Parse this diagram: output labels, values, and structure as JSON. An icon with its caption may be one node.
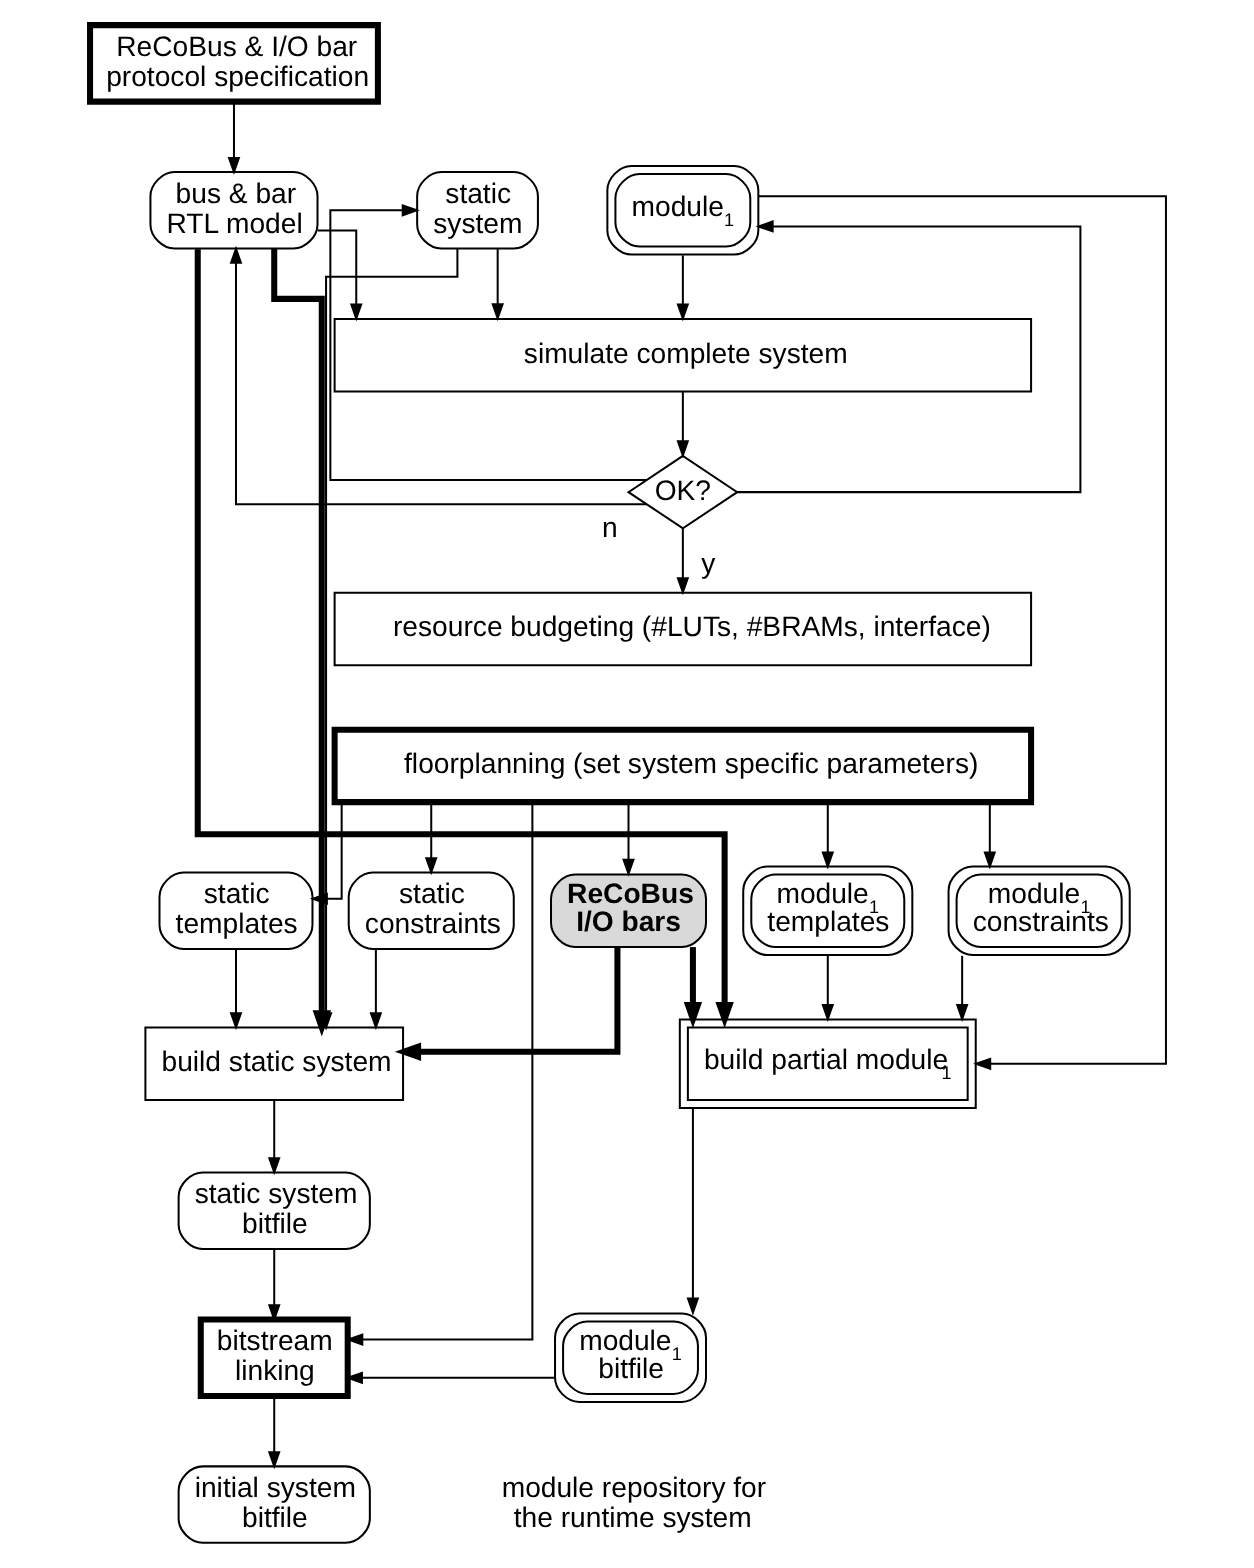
{
  "diagram": {
    "nodes": [
      {
        "text": [
          "ReCoBus & I/O bar protocol specification"
        ]
      },
      {
        "text": [
          "bus & bar RTL model"
        ]
      },
      {
        "text": [
          "static system"
        ]
      },
      {
        "text": [
          "module$_{1}$"
        ]
      },
      {
        "text": [
          "simulate complete system"
        ]
      },
      {
        "text": [
          "OK?"
        ]
      },
      {
        "text": [
          "resource budgeting (#LUTs, #BRAMs, interface)"
        ]
      },
      {
        "text": [
          "floorplanning (set system specific parameters)"
        ]
      },
      {
        "text": [
          "static templates"
        ]
      },
      {
        "text": [
          "static constraints"
        ]
      },
      {
        "text": [
          "ReCoBus I/O bars"
        ]
      },
      {
        "text": [
          "module$_{1}$ templates"
        ]
      },
      {
        "text": [
          "module$_{1}$ constraints"
        ]
      },
      {
        "text": [
          "build static system"
        ]
      },
      {
        "text": [
          "build partial module$_{1}$"
        ]
      },
      {
        "text": [
          "static system bitfile"
        ]
      },
      {
        "text": [
          "bitstream linking"
        ]
      },
      {
        "text": [
          "initial system bitfile"
        ]
      },
      {
        "text": [
          "module$_{1}$ bitfile"
        ],
        "beside": [
          "module repository for the runtime system"
        ]
      }
    ],
    "edges": [
      {
        "from": 0,
        "to": 1,
        "arrow": "to"
      },
      {
        "from": 5,
        "to": 1,
        "arrow": "to",
        "label": "n"
      },
      {
        "from": 5,
        "to": 2,
        "arrow": "to"
      },
      {
        "from": 5,
        "to": 3,
        "arrow": "to"
      },
      {
        "from": 1,
        "to": 4,
        "arrow": "to"
      },
      {
        "from": 2,
        "to": 4,
        "arrow": "to"
      },
      {
        "from": 3,
        "to": 4,
        "arrow": "to"
      },
      {
        "from": 4,
        "to": 5,
        "arrow": "to"
      },
      {
        "from": 5,
        "to": 6,
        "arrow": "to",
        "label": "y"
      },
      {
        "from": 7,
        "to": 8,
        "arrow": "to"
      },
      {
        "from": 7,
        "to": 9,
        "arrow": "to"
      },
      {
        "from": 7,
        "to": 10,
        "arrow": "to"
      },
      {
        "from": 7,
        "to": 11,
        "arrow": "to"
      },
      {
        "from": 7,
        "to": 12,
        "arrow": "to"
      },
      {
        "from": 1,
        "to": 13,
        "arrow": "to",
        "style": "thick"
      },
      {
        "from": 1,
        "to": 14,
        "arrow": "to",
        "style": "thick"
      },
      {
        "from": 2,
        "to": 13,
        "arrow": "to"
      },
      {
        "from": 3,
        "to": 14,
        "arrow": "to"
      },
      {
        "from": 8,
        "to": 13,
        "arrow": "to"
      },
      {
        "from": 9,
        "to": 13,
        "arrow": "to"
      },
      {
        "from": 10,
        "to": 13,
        "arrow": "to",
        "style": "thick"
      },
      {
        "from": 10,
        "to": 14,
        "arrow": "to",
        "style": "thick"
      },
      {
        "from": 11,
        "to": 14,
        "arrow": "to"
      },
      {
        "from": 12,
        "to": 14,
        "arrow": "to"
      },
      {
        "from": 13,
        "to": 15,
        "arrow": "to"
      },
      {
        "from": 14,
        "to": 18,
        "arrow": "to"
      },
      {
        "from": 7,
        "to": 16,
        "arrow": "to"
      },
      {
        "from": 15,
        "to": 16,
        "arrow": "to"
      },
      {
        "from": 18,
        "to": 16,
        "arrow": "to"
      },
      {
        "from": 16,
        "to": 17,
        "arrow": "to"
      }
    ]
  }
}
